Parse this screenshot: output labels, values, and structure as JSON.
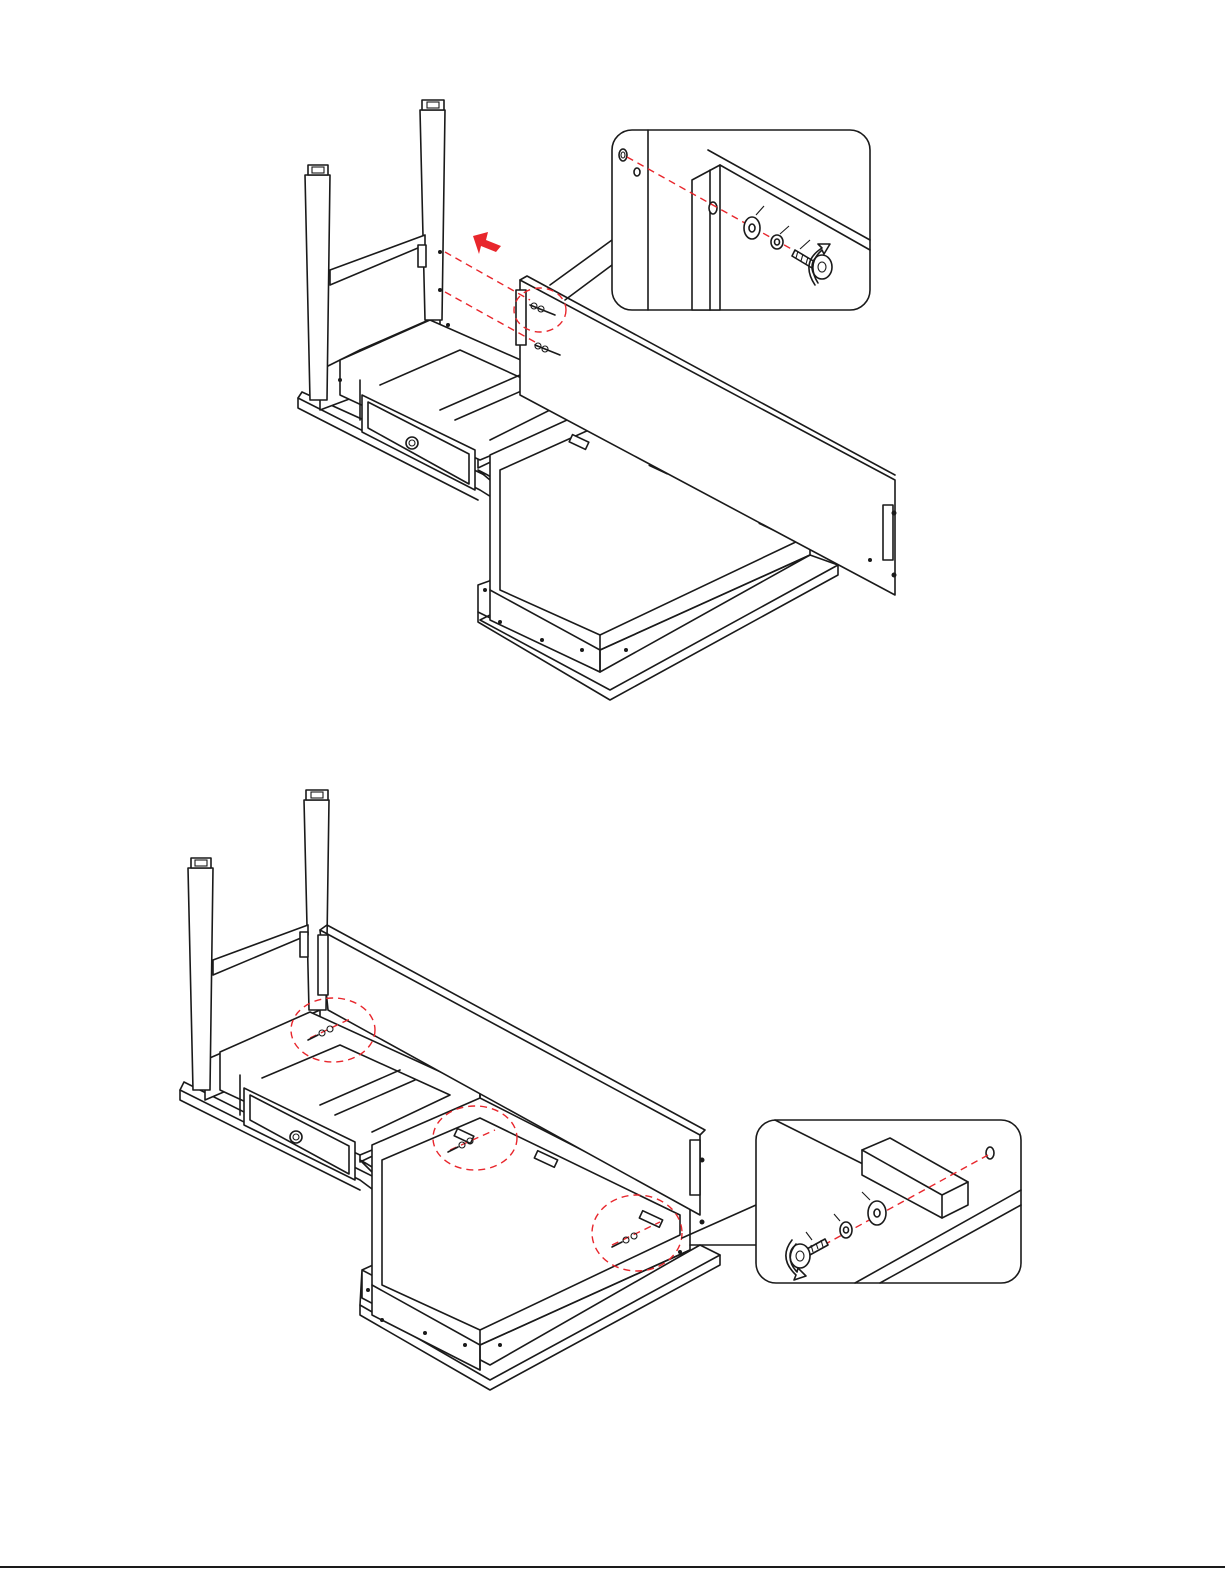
{
  "figures": [
    {
      "id": "step-upper",
      "detail_callout": true,
      "direction_arrow_color": "#e8262c"
    },
    {
      "id": "step-lower",
      "highlight_circles": 3,
      "detail_callout": true
    }
  ],
  "colors": {
    "line": "#1a1a1a",
    "highlight": "#e8262c",
    "background": "#ffffff"
  },
  "icons": [
    "red-arrow-icon",
    "rotation-arrow-icon",
    "bolt-icon",
    "washer-icon",
    "lock-washer-icon"
  ]
}
